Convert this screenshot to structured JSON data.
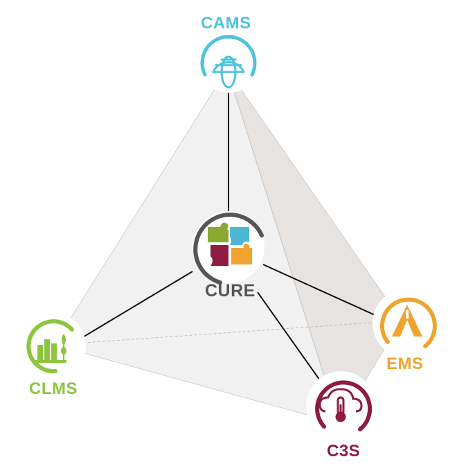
{
  "colors": {
    "cams": "#4dc3dc",
    "ems": "#f0a430",
    "clms": "#8cc63f",
    "c3s": "#8c1d3f",
    "cure": "#555555",
    "puzzle_green": "#8aa832",
    "puzzle_blue": "#4db8d6",
    "puzzle_maroon": "#8c1d3f",
    "puzzle_orange": "#f0a430"
  },
  "nodes": {
    "cams": {
      "label": "CAMS",
      "icon": "globe-icon"
    },
    "ems": {
      "label": "EMS",
      "icon": "warning-icon"
    },
    "clms": {
      "label": "CLMS",
      "icon": "land-wheat-icon"
    },
    "c3s": {
      "label": "C3S",
      "icon": "cloud-thermometer-icon"
    },
    "cure": {
      "label": "CURE",
      "icon": "puzzle-icon"
    }
  }
}
